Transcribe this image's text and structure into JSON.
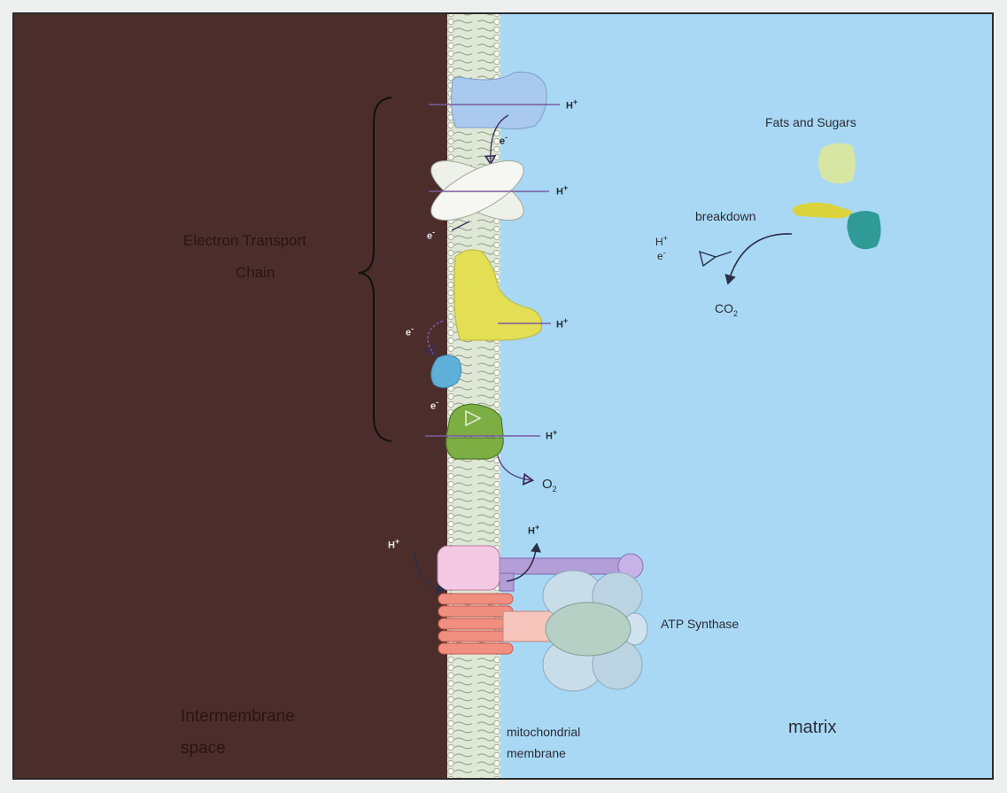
{
  "colors": {
    "intermembrane": "#4b2e2c",
    "matrix": "#a8d8f4",
    "membrane": "#e8efe0",
    "complex1": "#a9c9ee",
    "complex2": "#f1f3ec",
    "complex3": "#e3df54",
    "cytc": "#5fb0d8",
    "complex4": "#7cae44",
    "atp_stator": "#b39ed8",
    "atp_head": "#c9dde9",
    "atp_ring": "#f08f80"
  },
  "labels": {
    "etc_line1": "Electron Transport",
    "etc_line2": "Chain",
    "fats_sugars": "Fats and Sugars",
    "breakdown": "breakdown",
    "co2_base": "CO",
    "co2_sub": "2",
    "o2_base": "O",
    "o2_sub": "2",
    "h_base": "H",
    "h_sup": "+",
    "e_base": "e",
    "e_sup": "-",
    "atp_synthase": "ATP Synthase",
    "intermembrane_1": "Intermembrane",
    "intermembrane_2": "space",
    "membrane_1": "mitochondrial",
    "membrane_2": "membrane",
    "matrix": "matrix"
  }
}
